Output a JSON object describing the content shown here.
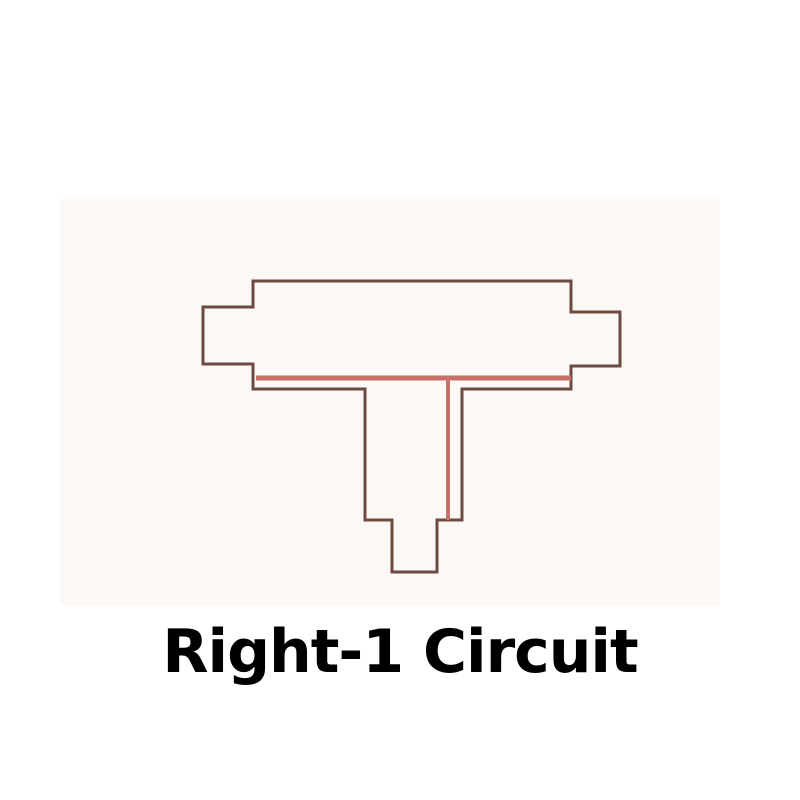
{
  "caption": "Right-1 Circuit",
  "colors": {
    "background": "#ffffff",
    "panel": "#fcf8f6",
    "outline": "#6e4a40",
    "circuit": "#c8706a",
    "text": "#000000"
  },
  "diagram": {
    "shape": "T-connector",
    "circuit_side": "right",
    "circuit_count": 1
  }
}
